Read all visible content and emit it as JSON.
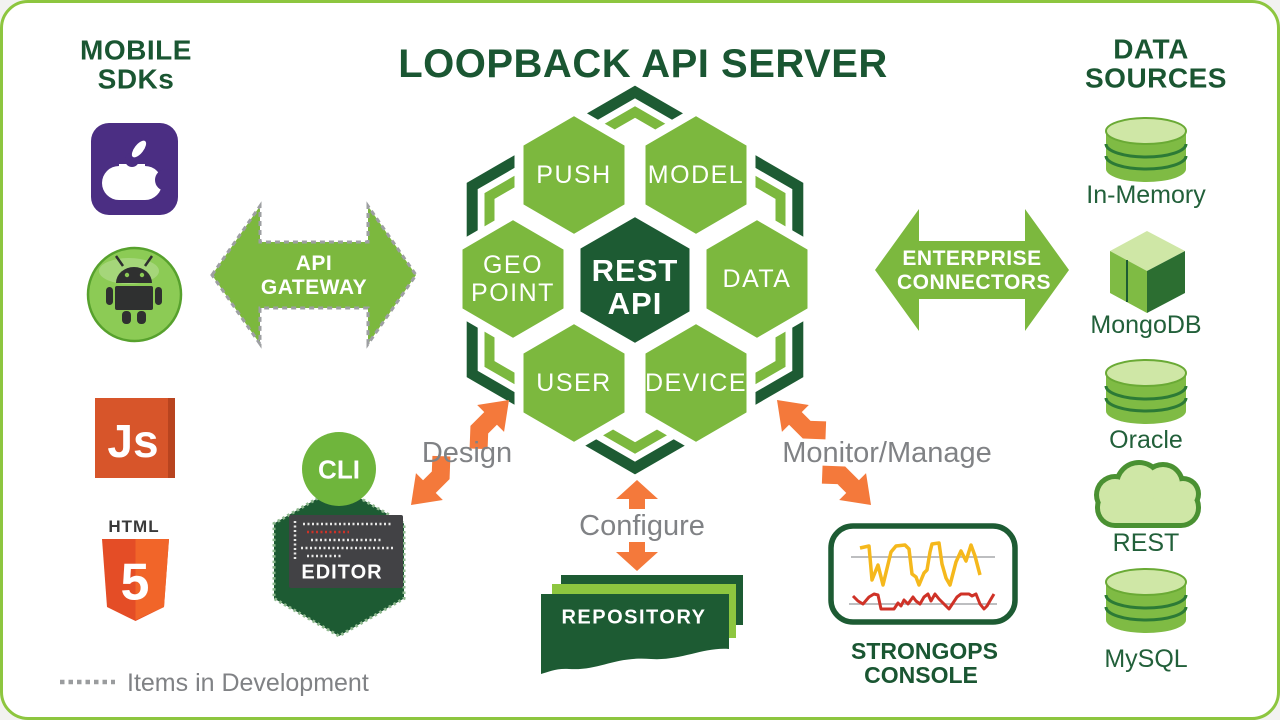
{
  "title": "LOOPBACK API SERVER",
  "mobile_sdks": {
    "heading": "MOBILE SDKs",
    "icons": [
      "apple-icon",
      "android-icon",
      "javascript-icon",
      "html5-icon"
    ],
    "javascript_icon_text": "Js",
    "html5_icon_wordmark": "HTML",
    "html5_icon_number": "5"
  },
  "hexagon_cluster": {
    "center_label": "REST API",
    "cells": [
      "PUSH",
      "MODEL",
      "GEO POINT",
      "DATA",
      "USER",
      "DEVICE"
    ]
  },
  "api_gateway": {
    "label": "API GATEWAY",
    "in_development": true
  },
  "enterprise_connectors": {
    "label": "ENTERPRISE CONNECTORS"
  },
  "data_sources": {
    "heading": "DATA SOURCES",
    "items": [
      {
        "label": "In-Memory",
        "icon": "database-cylinder-icon"
      },
      {
        "label": "MongoDB",
        "icon": "cube-icon"
      },
      {
        "label": "Oracle",
        "icon": "database-cylinder-icon"
      },
      {
        "label": "REST",
        "icon": "cloud-icon"
      },
      {
        "label": "MySQL",
        "icon": "database-cylinder-icon"
      }
    ]
  },
  "workflow": {
    "design": "Design",
    "configure": "Configure",
    "monitor": "Monitor/Manage"
  },
  "tools": {
    "cli": "CLI",
    "editor": "EDITOR",
    "editor_in_development": true,
    "repository": "REPOSITORY",
    "strongops": "STRONGOPS CONSOLE"
  },
  "legend": {
    "label": "Items in Development"
  },
  "colors": {
    "dark_green": "#1d5b33",
    "green": "#7cb83e",
    "light_green": "#8dc63f",
    "orange": "#f4793b",
    "gray_text": "#808285",
    "apple_purple": "#4b2e83",
    "js_orange": "#d7552a",
    "html5_orange": "#e44d26",
    "chart_yellow": "#f5b81c",
    "chart_red": "#cf3227"
  }
}
